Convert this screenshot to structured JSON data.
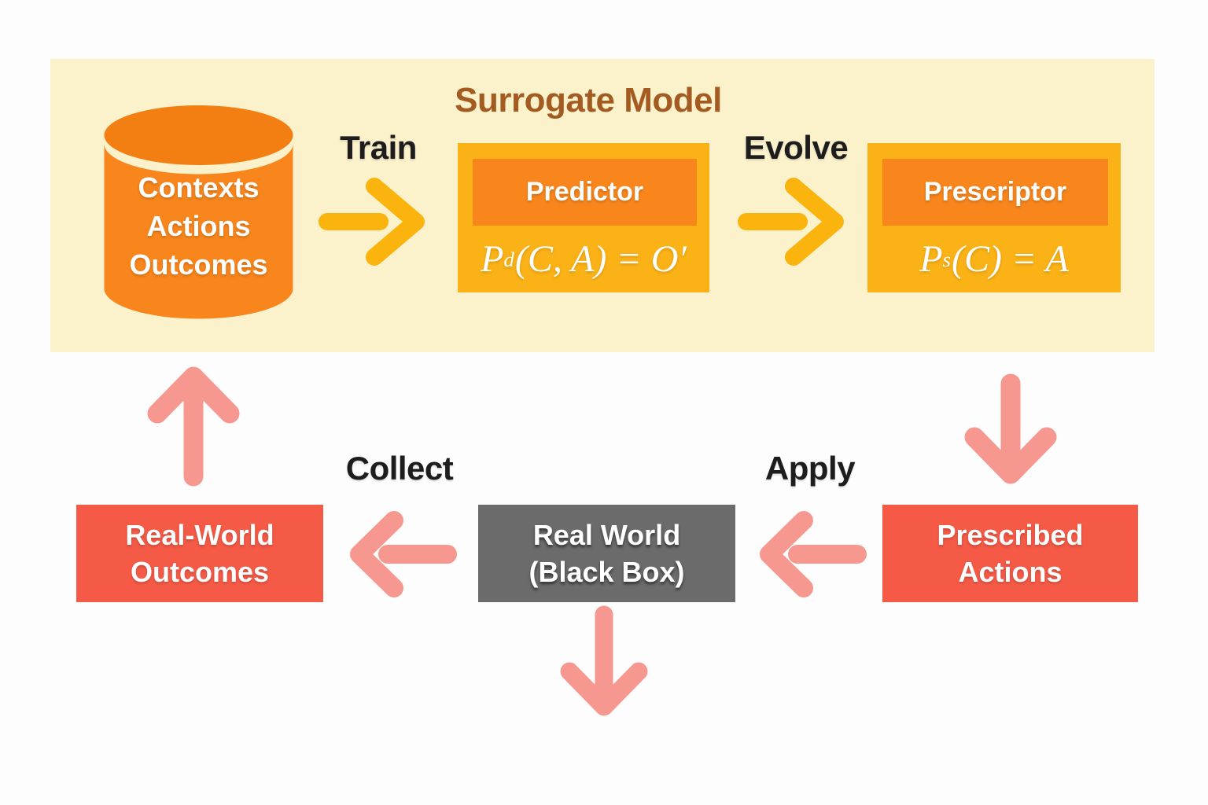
{
  "palette": {
    "page_bg": "#FDFDFD",
    "panel_bg": "#FBF1CB",
    "golden": "#FBB216",
    "golden_arrow": "#FBB30E",
    "orange": "#F8861D",
    "orange_dark": "#F37F12",
    "brown": "#A45B21",
    "salmon": "#F69890",
    "red": "#F55A47",
    "gray": "#6B6B6B",
    "ink": "#1D1D1D"
  },
  "surrogate_panel": {
    "title": "Surrogate Model",
    "database": {
      "lines": [
        "Contexts",
        "Actions",
        "Outcomes"
      ]
    },
    "train_label": "Train",
    "evolve_label": "Evolve",
    "predictor": {
      "title": "Predictor",
      "formula": {
        "base": "P",
        "sub": "d",
        "rest": "(C, A) = O′"
      }
    },
    "prescriptor": {
      "title": "Prescriptor",
      "formula": {
        "base": "P",
        "sub": "s",
        "rest": "(C) = A"
      }
    }
  },
  "loop": {
    "collect_label": "Collect",
    "apply_label": "Apply",
    "real_world_outcomes": {
      "lines": [
        "Real-World",
        "Outcomes"
      ]
    },
    "real_world": {
      "lines": [
        "Real World",
        "(Black Box)"
      ]
    },
    "prescribed_actions": {
      "lines": [
        "Prescribed",
        "Actions"
      ]
    }
  }
}
